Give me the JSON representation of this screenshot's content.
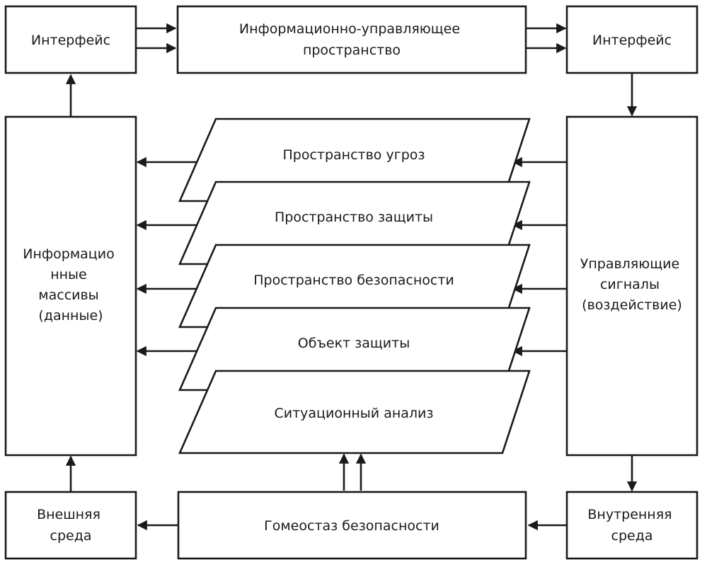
{
  "diagram": {
    "nodes": {
      "interface_left": {
        "lines": [
          "Интерфейс"
        ]
      },
      "info_space": {
        "lines": [
          "Информационно-управляющее",
          "пространство"
        ]
      },
      "interface_right": {
        "lines": [
          "Интерфейс"
        ]
      },
      "info_arrays": {
        "lines": [
          "Информацио",
          "нные",
          "массивы",
          "(данные)"
        ]
      },
      "control_signals": {
        "lines": [
          "Управляющие",
          "сигналы",
          "(воздействие)"
        ]
      },
      "external_env": {
        "lines": [
          "Внешняя",
          "среда"
        ]
      },
      "homeostasis": {
        "lines": [
          "Гомеостаз безопасности"
        ]
      },
      "internal_env": {
        "lines": [
          "Внутренняя",
          "среда"
        ]
      }
    },
    "layers": [
      "Пространство угроз",
      "Пространство защиты",
      "Пространство безопасности",
      "Объект защиты",
      "Ситуационный анализ"
    ],
    "colors": {
      "stroke": "#1a1a1a",
      "fill": "#ffffff",
      "text": "#1a1a1a"
    }
  }
}
